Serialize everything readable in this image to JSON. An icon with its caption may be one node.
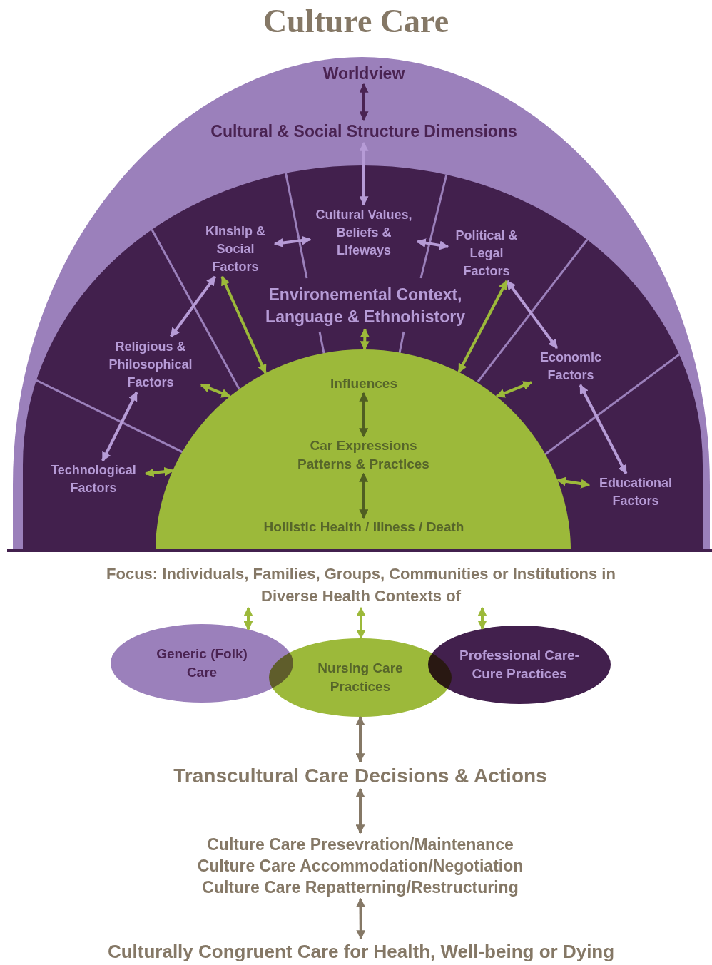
{
  "diagram": {
    "title": "Culture Care",
    "nodes": [
      {
        "text": [],
        "shape": "arch"
      },
      {
        "text": [
          "Worldview"
        ],
        "in": 0
      },
      {
        "text": [
          "Cultural & Social Structure Dimensions"
        ],
        "in": 0
      },
      {
        "text": [],
        "shape": "arch",
        "in": 0
      },
      {
        "text": [
          "Technological Factors"
        ],
        "in": 3
      },
      {
        "text": [
          "Religious & Philosophical Factors"
        ],
        "in": 3
      },
      {
        "text": [
          "Kinship & Social Factors"
        ],
        "in": 3
      },
      {
        "text": [
          "Cultural Values, Beliefs & Lifeways"
        ],
        "in": 3
      },
      {
        "text": [
          "Political & Legal Factors"
        ],
        "in": 3
      },
      {
        "text": [
          "Economic Factors"
        ],
        "in": 3
      },
      {
        "text": [
          "Educational Factors"
        ],
        "in": 3
      },
      {
        "text": [
          "Environemental Context, Language & Ethnohistory"
        ],
        "in": 3
      },
      {
        "text": [],
        "shape": "semicircle",
        "in": 3
      },
      {
        "text": [
          "Influences"
        ],
        "in": 12
      },
      {
        "text": [
          "Car Expressions Patterns & Practices"
        ],
        "in": 12
      },
      {
        "text": [
          "Hollistic Health / Illness / Death"
        ],
        "in": 12
      },
      {
        "text": [
          "Focus: Individuals, Families, Groups, Communities or Institutions in Diverse Health Contexts of"
        ]
      },
      {
        "text": [
          "Generic (Folk) Care"
        ]
      },
      {
        "text": [
          "Nursing Care Practices"
        ]
      },
      {
        "text": [
          "Professional Care-Cure Practices"
        ]
      },
      {
        "text": [
          "Transcultural Care Decisions & Actions"
        ]
      },
      {
        "text": [
          "Culture Care Presevration/Maintenance",
          "Culture Care Accommodation/Negotiation",
          "Culture Care Repatterning/Restructuring"
        ]
      },
      {
        "text": [
          "Culturally Congruent Care for Health, Well-being or Dying"
        ]
      }
    ],
    "edges": [
      {
        "from": 1,
        "to": 2,
        "arrow": "both",
        "color": "#4a2352"
      },
      {
        "from": 2,
        "to": 7,
        "arrow": "both",
        "color": "#b69bd6"
      },
      {
        "from": 4,
        "to": 5,
        "arrow": "both",
        "color": "#b69bd6"
      },
      {
        "from": 5,
        "to": 6,
        "arrow": "both",
        "color": "#b69bd6"
      },
      {
        "from": 6,
        "to": 7,
        "arrow": "both",
        "color": "#b69bd6"
      },
      {
        "from": 7,
        "to": 8,
        "arrow": "both",
        "color": "#b69bd6"
      },
      {
        "from": 8,
        "to": 9,
        "arrow": "both",
        "color": "#b69bd6"
      },
      {
        "from": 9,
        "to": 10,
        "arrow": "both",
        "color": "#b69bd6"
      },
      {
        "from": 4,
        "to": 12,
        "arrow": "both"
      },
      {
        "from": 5,
        "to": 12,
        "arrow": "both"
      },
      {
        "from": 6,
        "to": 12,
        "arrow": "both"
      },
      {
        "from": 11,
        "to": 12,
        "arrow": "both"
      },
      {
        "from": 8,
        "to": 12,
        "arrow": "both"
      },
      {
        "from": 9,
        "to": 12,
        "arrow": "both"
      },
      {
        "from": 10,
        "to": 12,
        "arrow": "both"
      },
      {
        "from": 13,
        "to": 14,
        "arrow": "both",
        "color": "#4f5e22"
      },
      {
        "from": 14,
        "to": 15,
        "arrow": "both",
        "color": "#4f5e22"
      },
      {
        "from": 16,
        "to": 17,
        "arrow": "both"
      },
      {
        "from": 16,
        "to": 18,
        "arrow": "both"
      },
      {
        "from": 16,
        "to": 19,
        "arrow": "both"
      },
      {
        "from": 18,
        "to": 20,
        "arrow": "both",
        "color": "#857866"
      },
      {
        "from": 20,
        "to": 21,
        "arrow": "both",
        "color": "#857866"
      },
      {
        "from": 21,
        "to": 22,
        "arrow": "both",
        "color": "#857866"
      }
    ]
  }
}
